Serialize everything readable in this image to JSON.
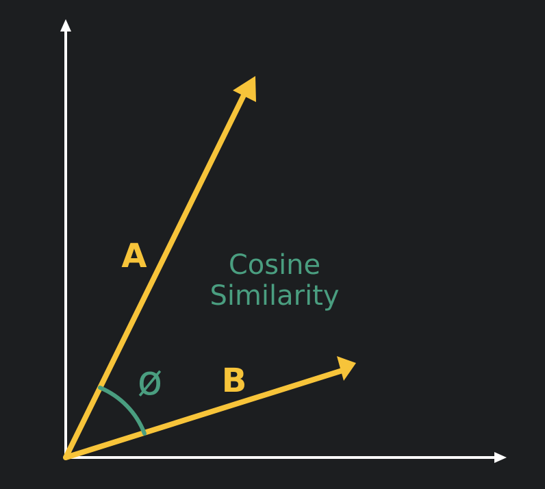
{
  "diagram": {
    "vector_a_label": "A",
    "vector_b_label": "B",
    "angle_symbol": "ø",
    "caption_line1": "Cosine",
    "caption_line2": "Similarity"
  },
  "colors": {
    "background": "#1c1e20",
    "axis": "#ffffff",
    "vector": "#f7c43a",
    "accent": "#4a9e80"
  }
}
